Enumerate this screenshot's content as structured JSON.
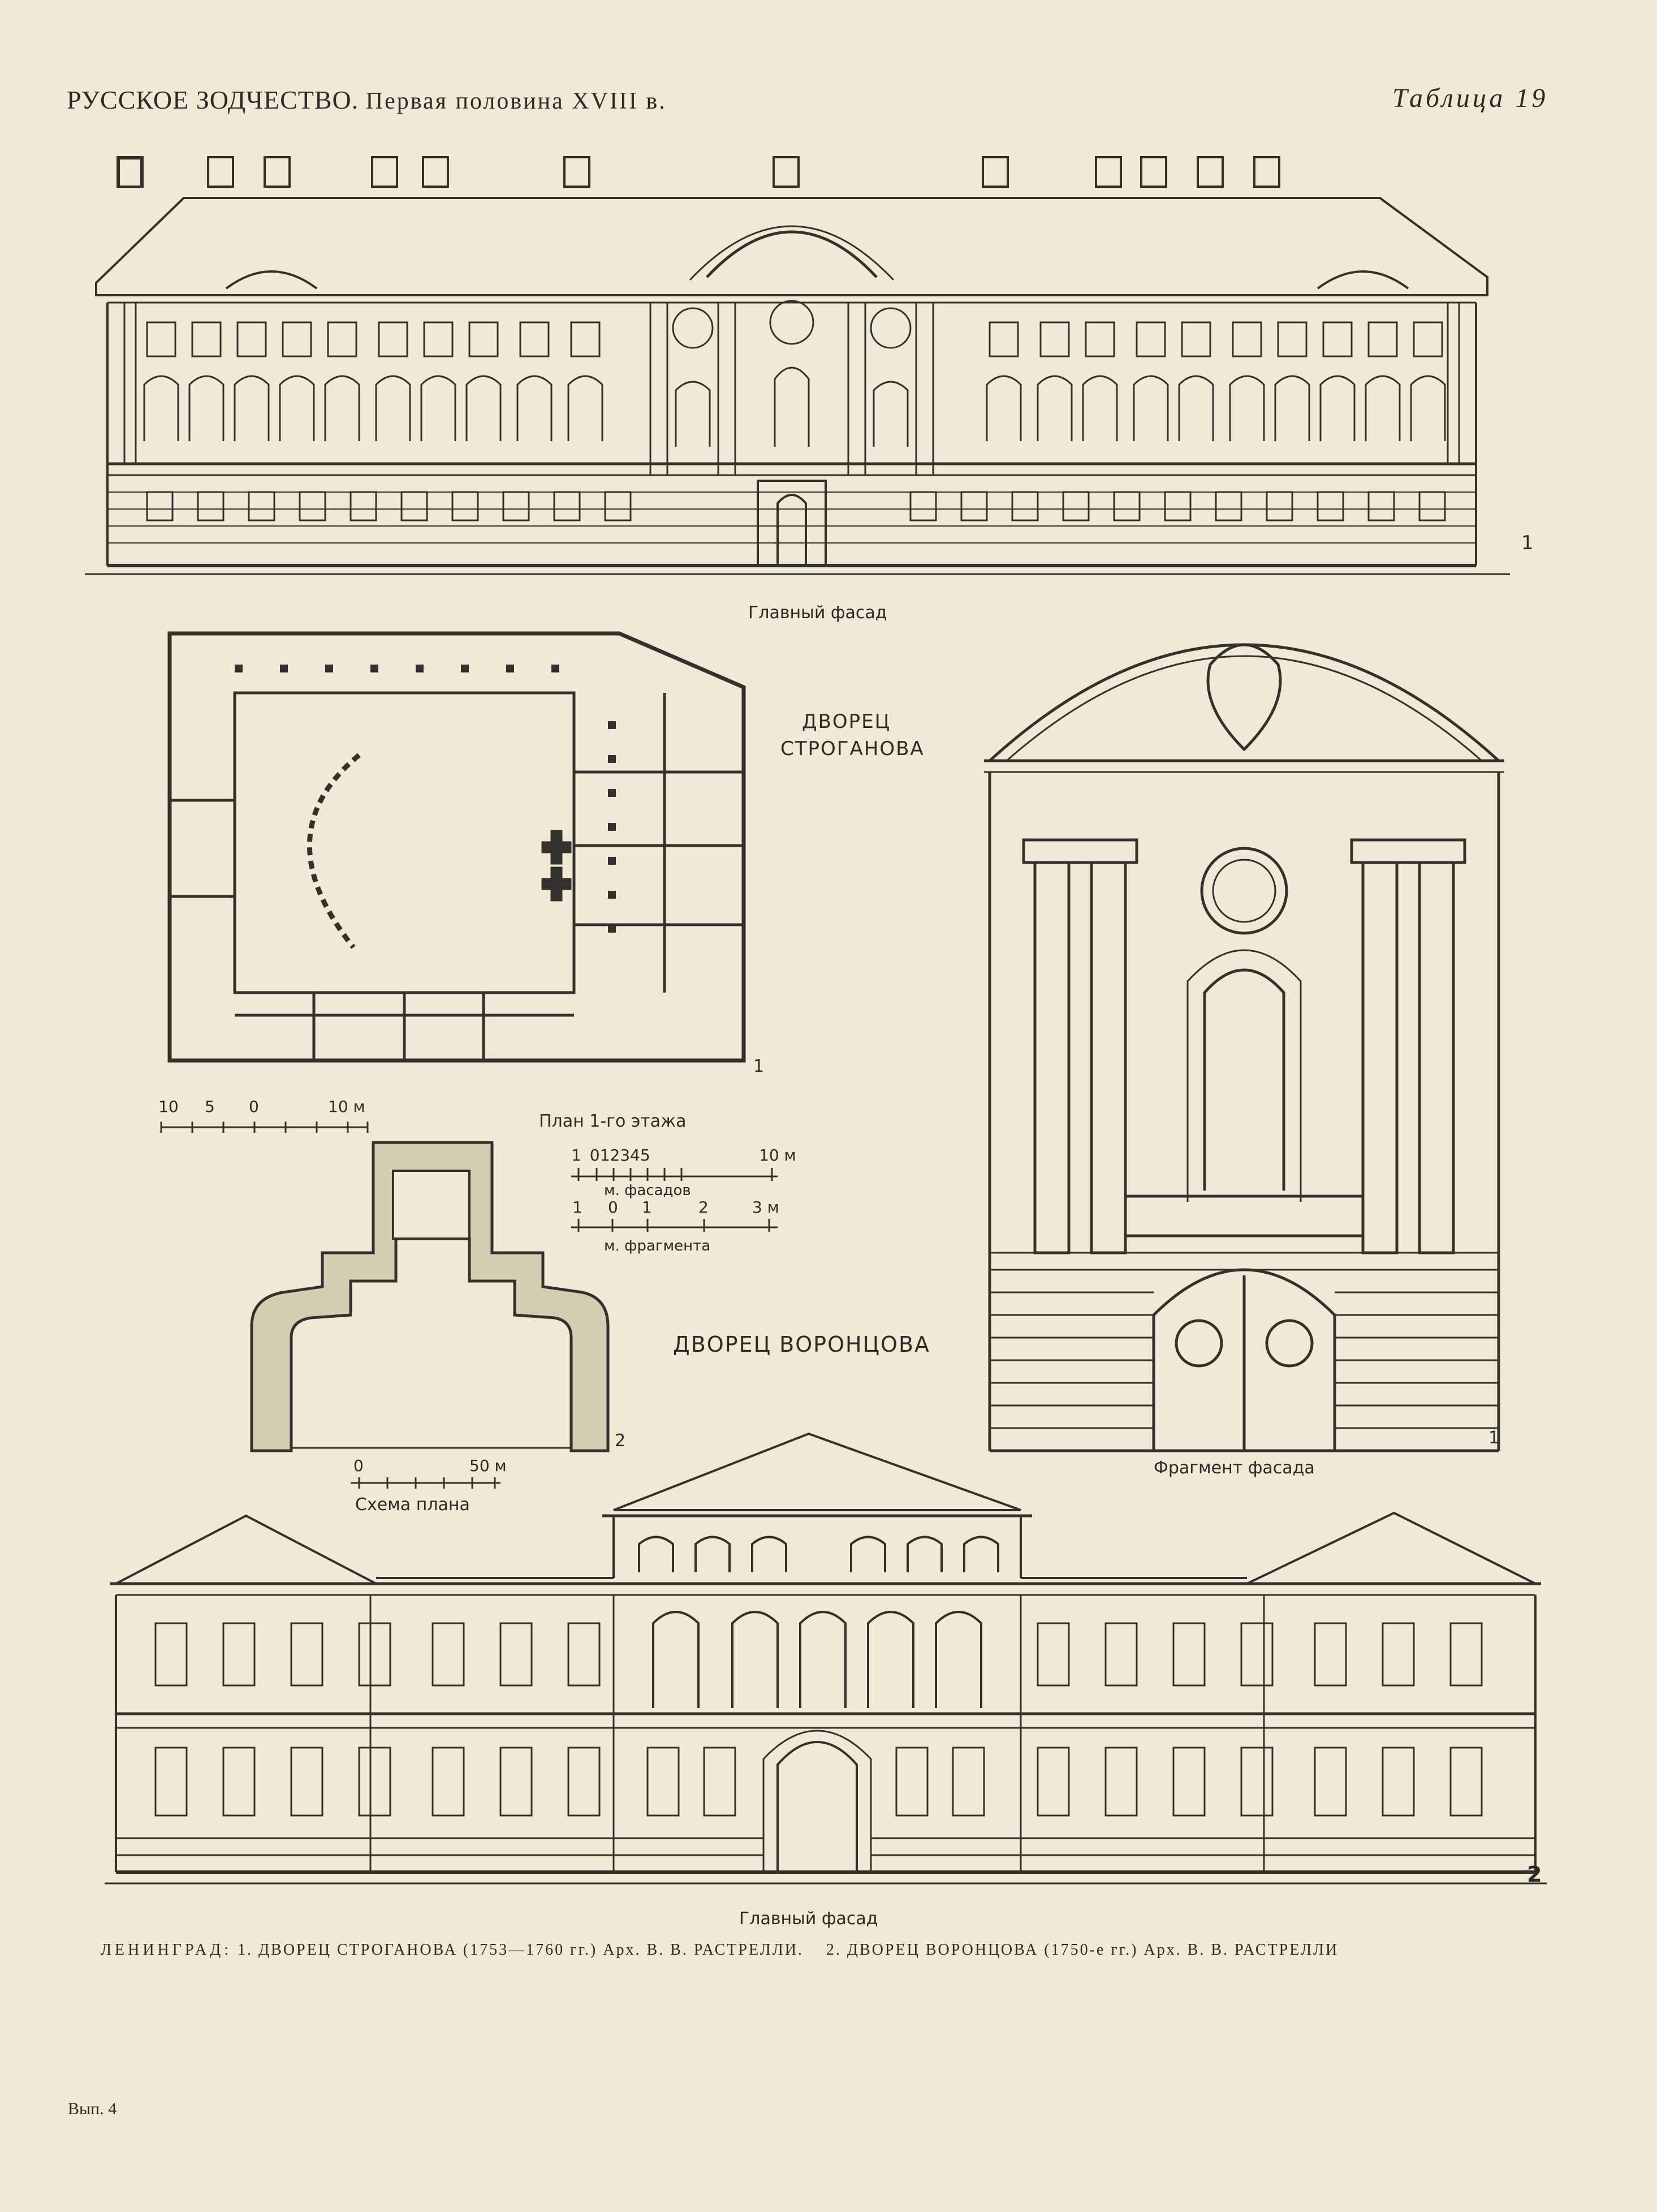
{
  "header": {
    "left_caps": "РУССКОЕ ЗОДЧЕСТВО.",
    "left_rest": "Первая половина XVIII в.",
    "right": "Таблица 19"
  },
  "stroganov": {
    "facade_label": "Главный фасад",
    "facade_num": "1",
    "plan_title_1": "ДВОРЕЦ",
    "plan_title_2": "СТРОГАНОВА",
    "plan_num": "1",
    "plan_caption": "План 1-го этажа",
    "plan_scale": [
      "10",
      "5",
      "0",
      "10 м"
    ],
    "fragment_caption": "Фрагмент фасада",
    "fragment_num": "1"
  },
  "scales": {
    "facade_ticks": [
      "1",
      "0",
      "1",
      "2",
      "3",
      "4",
      "5",
      "10 м"
    ],
    "facade_caption": "м. фасадов",
    "fragment_ticks": [
      "1",
      "0",
      "1",
      "2",
      "3 м"
    ],
    "fragment_caption": "м. фрагмента"
  },
  "vorontsov": {
    "title": "ДВОРЕЦ ВОРОНЦОВА",
    "scheme_num": "2",
    "scheme_scale": [
      "0",
      "50 м"
    ],
    "scheme_caption": "Схема плана",
    "facade_num": "2",
    "facade_label": "Главный фасад"
  },
  "caption": {
    "city": "ЛЕНИНГРАД:",
    "item1": "1. ДВОРЕЦ СТРОГАНОВА (1753—1760 гг.) Арх. В. В. РАСТРЕЛЛИ.",
    "item2": "2. ДВОРЕЦ ВОРОНЦОВА (1750-е гг.) Арх. В. В. РАСТРЕЛЛИ"
  },
  "footer": {
    "issue": "Вып. 4"
  }
}
